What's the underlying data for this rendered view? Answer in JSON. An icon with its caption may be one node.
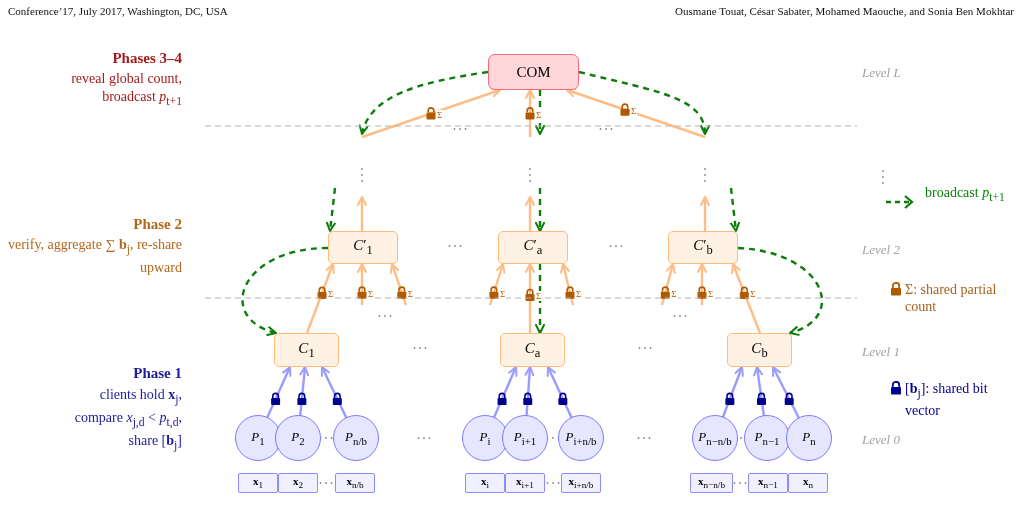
{
  "diagram": {
    "nodes": [
      {
        "text": [
          "COM"
        ]
      },
      {
        "text": [
          "*C*′$_{1}$"
        ]
      },
      {
        "text": [
          "*C*′$_{a}$"
        ]
      },
      {
        "text": [
          "*C*′$_{b}$"
        ]
      },
      {
        "text": [
          "*C*$_{1}$"
        ]
      },
      {
        "text": [
          "*C*$_{a}$"
        ]
      },
      {
        "text": [
          "*C*$_{b}$"
        ]
      },
      {
        "text": [
          "*P*$_{1}$"
        ]
      },
      {
        "text": [
          "*P*$_{2}$"
        ]
      },
      {
        "text": [
          "*P*$_{n/b}$"
        ]
      },
      {
        "text": [
          "*P*$_{i}$"
        ]
      },
      {
        "text": [
          "*P*$_{i+1}$"
        ]
      },
      {
        "text": [
          "*P*$_{i+n/b}$"
        ]
      },
      {
        "text": [
          "*P*$_{n−n/b}$"
        ]
      },
      {
        "text": [
          "*P*$_{n−1}$"
        ]
      },
      {
        "text": [
          "*P*$_{n}$"
        ]
      },
      {
        "text": [
          "**x**$_{1}$"
        ]
      },
      {
        "text": [
          "**x**$_{2}$"
        ]
      },
      {
        "text": [
          "**x**$_{n/b}$"
        ]
      },
      {
        "text": [
          "**x**$_{i}$"
        ]
      },
      {
        "text": [
          "**x**$_{i+1}$"
        ]
      },
      {
        "text": [
          "**x**$_{i+n/b}$"
        ]
      },
      {
        "text": [
          "**x**$_{n−n/b}$"
        ]
      },
      {
        "text": [
          "**x**$_{n−1}$"
        ]
      },
      {
        "text": [
          "**x**$_{n}$"
        ]
      }
    ],
    "edges": [
      {
        "from": null,
        "to": 0,
        "arrow": "to",
        "label": "Σ"
      },
      {
        "from": null,
        "to": 0,
        "arrow": "to",
        "label": "Σ"
      },
      {
        "from": null,
        "to": 0,
        "arrow": "to",
        "label": "Σ"
      },
      {
        "from": 0,
        "to": null,
        "arrow": "to",
        "style": "dashed",
        "color": "#0a7d0a"
      },
      {
        "from": 0,
        "to": null,
        "arrow": "to",
        "style": "dashed",
        "color": "#0a7d0a"
      },
      {
        "from": 0,
        "to": null,
        "arrow": "to",
        "style": "dashed",
        "color": "#0a7d0a"
      },
      {
        "from": 1,
        "to": null,
        "arrow": "to"
      },
      {
        "from": 2,
        "to": null,
        "arrow": "to"
      },
      {
        "from": 3,
        "to": null,
        "arrow": "to"
      },
      {
        "from": null,
        "to": 1,
        "arrow": "to",
        "style": "dashed",
        "color": "#0a7d0a"
      },
      {
        "from": null,
        "to": 2,
        "arrow": "to",
        "style": "dashed",
        "color": "#0a7d0a"
      },
      {
        "from": null,
        "to": 3,
        "arrow": "to",
        "style": "dashed",
        "color": "#0a7d0a"
      },
      {
        "from": 1,
        "to": 4,
        "arrow": "to",
        "style": "dashed",
        "color": "#0a7d0a"
      },
      {
        "from": 2,
        "to": 5,
        "arrow": "to",
        "style": "dashed",
        "color": "#0a7d0a"
      },
      {
        "from": 3,
        "to": 6,
        "arrow": "to",
        "style": "dashed",
        "color": "#0a7d0a"
      },
      {
        "from": 4,
        "to": 1,
        "arrow": "to",
        "label": "Σ"
      },
      {
        "from": 5,
        "to": 2,
        "arrow": "to",
        "label": "Σ"
      },
      {
        "from": 6,
        "to": 3,
        "arrow": "to",
        "label": "Σ"
      },
      {
        "from": null,
        "to": 1,
        "arrow": "to",
        "label": "Σ"
      },
      {
        "from": null,
        "to": 1,
        "arrow": "to",
        "label": "Σ"
      },
      {
        "from": null,
        "to": 2,
        "arrow": "to",
        "label": "Σ"
      },
      {
        "from": null,
        "to": 2,
        "arrow": "to",
        "label": "Σ"
      },
      {
        "from": null,
        "to": 3,
        "arrow": "to",
        "label": "Σ"
      },
      {
        "from": null,
        "to": 3,
        "arrow": "to",
        "label": "Σ"
      },
      {
        "from": 7,
        "to": 4,
        "arrow": "to",
        "color": "#9b9bff"
      },
      {
        "from": 8,
        "to": 4,
        "arrow": "to",
        "color": "#9b9bff"
      },
      {
        "from": 9,
        "to": 4,
        "arrow": "to",
        "color": "#9b9bff"
      },
      {
        "from": 10,
        "to": 5,
        "arrow": "to",
        "color": "#9b9bff"
      },
      {
        "from": 11,
        "to": 5,
        "arrow": "to",
        "color": "#9b9bff"
      },
      {
        "from": 12,
        "to": 5,
        "arrow": "to",
        "color": "#9b9bff"
      },
      {
        "from": 13,
        "to": 6,
        "arrow": "to",
        "color": "#9b9bff"
      },
      {
        "from": 14,
        "to": 6,
        "arrow": "to",
        "color": "#9b9bff"
      },
      {
        "from": 15,
        "to": 6,
        "arrow": "to",
        "color": "#9b9bff"
      }
    ],
    "labels": [
      "Conference’17, July 2017, Washington, DC, USA",
      "Ousmane Touat, César Sabater, Mohamed Maouche, and Sonia Ben Mokhtar",
      "Phases 3–4",
      "reveal global count, broadcast *p*$_{t+1}$",
      "Level L",
      "Phase 2",
      "verify, aggregate ∑ **b**$_{j}$, re-share upward",
      "Level 2",
      "Level 1",
      "Phase 1",
      "clients hold **x**$_{j}$, compare *x*$_{j,d}$ < *p*$_{t,d}$, share [**b**$_{j}$]",
      "Level 0"
    ],
    "legend": [
      {
        "text": "broadcast *p*$_{t+1}$"
      },
      {
        "text": "Σ: shared partial count"
      },
      {
        "text": "[**b**$_{j}$]: shared bit vector"
      }
    ]
  }
}
